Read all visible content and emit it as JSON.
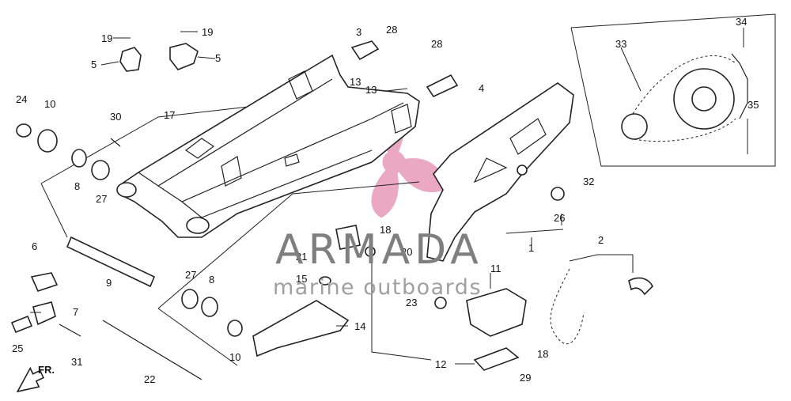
{
  "watermark": {
    "title": "ARMADA",
    "subtitle": "marine outboards",
    "title_color": "#7f7f7f",
    "subtitle_color": "#a0a0a0",
    "logo_color": "#e89ab9"
  },
  "direction_label": "FR.",
  "callouts": [
    "1",
    "2",
    "3",
    "4",
    "5",
    "5",
    "6",
    "7",
    "8",
    "8",
    "9",
    "10",
    "10",
    "11",
    "12",
    "13",
    "13",
    "14",
    "15",
    "17",
    "18",
    "18",
    "19",
    "19",
    "20",
    "21",
    "22",
    "23",
    "24",
    "25",
    "26",
    "27",
    "27",
    "28",
    "28",
    "29",
    "30",
    "31",
    "32",
    "33",
    "34",
    "35"
  ]
}
